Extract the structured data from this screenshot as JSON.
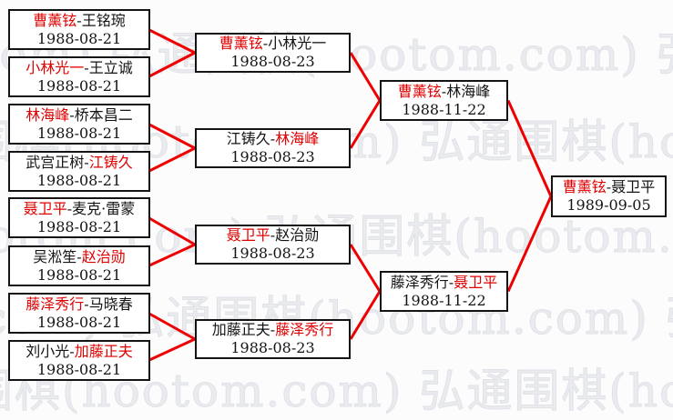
{
  "colors": {
    "line_red": "#ee0000",
    "winner_red": "#e00000",
    "text_black": "#141414",
    "watermark_gray": "#e8eaee"
  },
  "separator": "-",
  "watermark": {
    "text": "弘通围棋(hootom.com) 弘通围棋(hootom.com) 弘通围棋(hootom.com)"
  },
  "bracket": {
    "round1": {
      "matches": [
        {
          "p1": "曹薰铉",
          "p1_result": "win",
          "p2": "王铭琬",
          "p2_result": "loss",
          "date": "1988-08-21"
        },
        {
          "p1": "小林光一",
          "p1_result": "win",
          "p2": "王立诚",
          "p2_result": "loss",
          "date": "1988-08-21"
        },
        {
          "p1": "林海峰",
          "p1_result": "win",
          "p2": "桥本昌二",
          "p2_result": "loss",
          "date": "1988-08-21"
        },
        {
          "p1": "武宫正树",
          "p1_result": "loss",
          "p2": "江铸久",
          "p2_result": "win",
          "date": "1988-08-21"
        },
        {
          "p1": "聂卫平",
          "p1_result": "win",
          "p2": "麦克·雷蒙",
          "p2_result": "loss",
          "date": "1988-08-21"
        },
        {
          "p1": "吴淞笙",
          "p1_result": "loss",
          "p2": "赵治勋",
          "p2_result": "win",
          "date": "1988-08-21"
        },
        {
          "p1": "藤泽秀行",
          "p1_result": "win",
          "p2": "马晓春",
          "p2_result": "loss",
          "date": "1988-08-21"
        },
        {
          "p1": "刘小光",
          "p1_result": "loss",
          "p2": "加藤正夫",
          "p2_result": "win",
          "date": "1988-08-21"
        }
      ]
    },
    "round2": {
      "matches": [
        {
          "p1": "曹薰铉",
          "p1_result": "win",
          "p2": "小林光一",
          "p2_result": "loss",
          "date": "1988-08-23"
        },
        {
          "p1": "江铸久",
          "p1_result": "loss",
          "p2": "林海峰",
          "p2_result": "win",
          "date": "1988-08-23"
        },
        {
          "p1": "聂卫平",
          "p1_result": "win",
          "p2": "赵治勋",
          "p2_result": "loss",
          "date": "1988-08-23"
        },
        {
          "p1": "加藤正夫",
          "p1_result": "loss",
          "p2": "藤泽秀行",
          "p2_result": "win",
          "date": "1988-08-23"
        }
      ]
    },
    "semifinals": {
      "matches": [
        {
          "p1": "曹薰铉",
          "p1_result": "win",
          "p2": "林海峰",
          "p2_result": "loss",
          "date": "1988-11-22"
        },
        {
          "p1": "藤泽秀行",
          "p1_result": "loss",
          "p2": "聂卫平",
          "p2_result": "win",
          "date": "1988-11-22"
        }
      ]
    },
    "final": {
      "matches": [
        {
          "p1": "曹薰铉",
          "p1_result": "win",
          "p2": "聂卫平",
          "p2_result": "loss",
          "date": "1989-09-05"
        }
      ]
    }
  }
}
